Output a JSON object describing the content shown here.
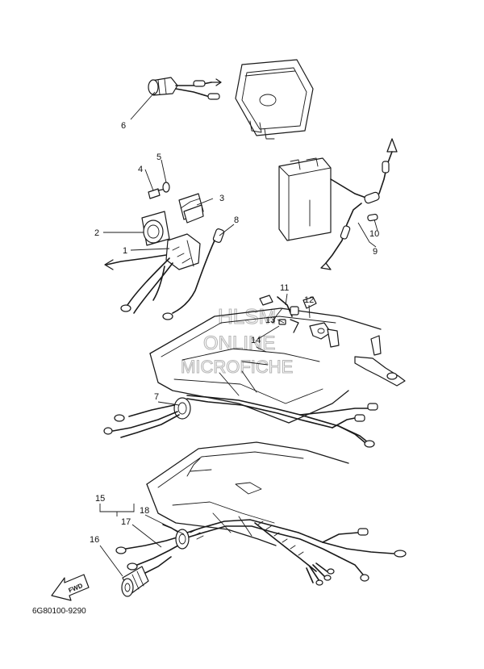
{
  "diagram_code": "6G80100-9290",
  "watermark": {
    "line1": "HLSM",
    "line2": "ONLINE",
    "line3": "MICROFICHE"
  },
  "fwd_label": "FWD",
  "callouts": {
    "p1": "1",
    "p2": "2",
    "p3": "3",
    "p4": "4",
    "p5": "5",
    "p6": "6",
    "p7": "7",
    "p8": "8",
    "p9": "9",
    "p10": "10",
    "p11": "11",
    "p12": "12",
    "p13": "13",
    "p14": "14",
    "p15": "15",
    "p16": "16",
    "p17": "17",
    "p18": "18"
  }
}
